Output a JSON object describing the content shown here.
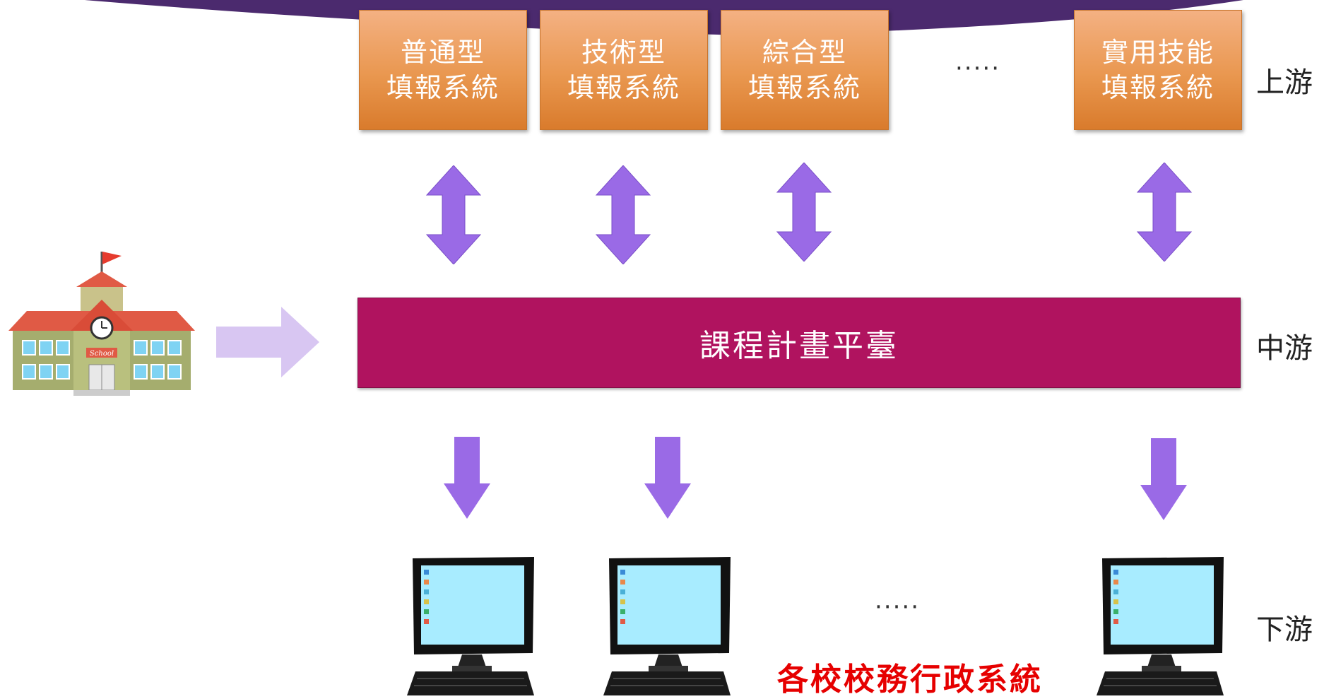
{
  "upstream": {
    "boxes": [
      {
        "line1": "普通型",
        "line2": "填報系統"
      },
      {
        "line1": "技術型",
        "line2": "填報系統"
      },
      {
        "line1": "綜合型",
        "line2": "填報系統"
      },
      {
        "line1": "實用技能",
        "line2": "填報系統"
      }
    ],
    "ellipsis": "‧‧‧‧‧"
  },
  "midstream": {
    "platform_label": "課程計畫平臺"
  },
  "downstream": {
    "title": "各校校務行政系統",
    "ellipsis": "‧‧‧‧‧"
  },
  "stage_labels": {
    "upstream": "上游",
    "midstream": "中游",
    "downstream": "下游"
  },
  "school_icon": {
    "sign_text": "School"
  },
  "colors": {
    "header_band": "#4b2a6e",
    "box": "#e9974f",
    "platform": "#b0135f",
    "arrow": "#9a6ae6",
    "feed_arrow": "#d8c6f2",
    "downstream_title": "#e60000"
  }
}
